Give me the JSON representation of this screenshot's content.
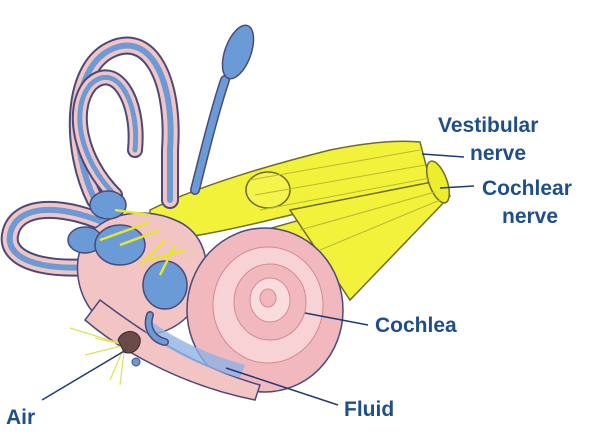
{
  "labels": {
    "vestibular_nerve": [
      "Vestibular",
      "nerve"
    ],
    "cochlear_nerve": [
      "Cochlear",
      "nerve"
    ],
    "cochlea": "Cochlea",
    "fluid": "Fluid",
    "air": "Air"
  },
  "colors": {
    "label_text": "#1f4e8c",
    "leader_line": "#1f3a73",
    "canal_blue": "#6a9bd6",
    "membrane_pink": "#f3c4c4",
    "nerve_yellow": "#f2f23a",
    "outline": "#4a4a7a"
  }
}
